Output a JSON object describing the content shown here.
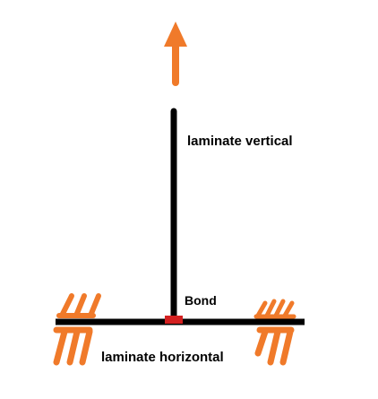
{
  "labels": {
    "vertical": "laminate vertical",
    "bond": "Bond",
    "horizontal": "laminate horizontal"
  },
  "colors": {
    "laminate": "#000000",
    "bond": "#d32020",
    "accent": "#f07a2a"
  },
  "icons": {
    "arrow": "up-arrow-icon",
    "fibers": "fiber-strokes-icon"
  }
}
